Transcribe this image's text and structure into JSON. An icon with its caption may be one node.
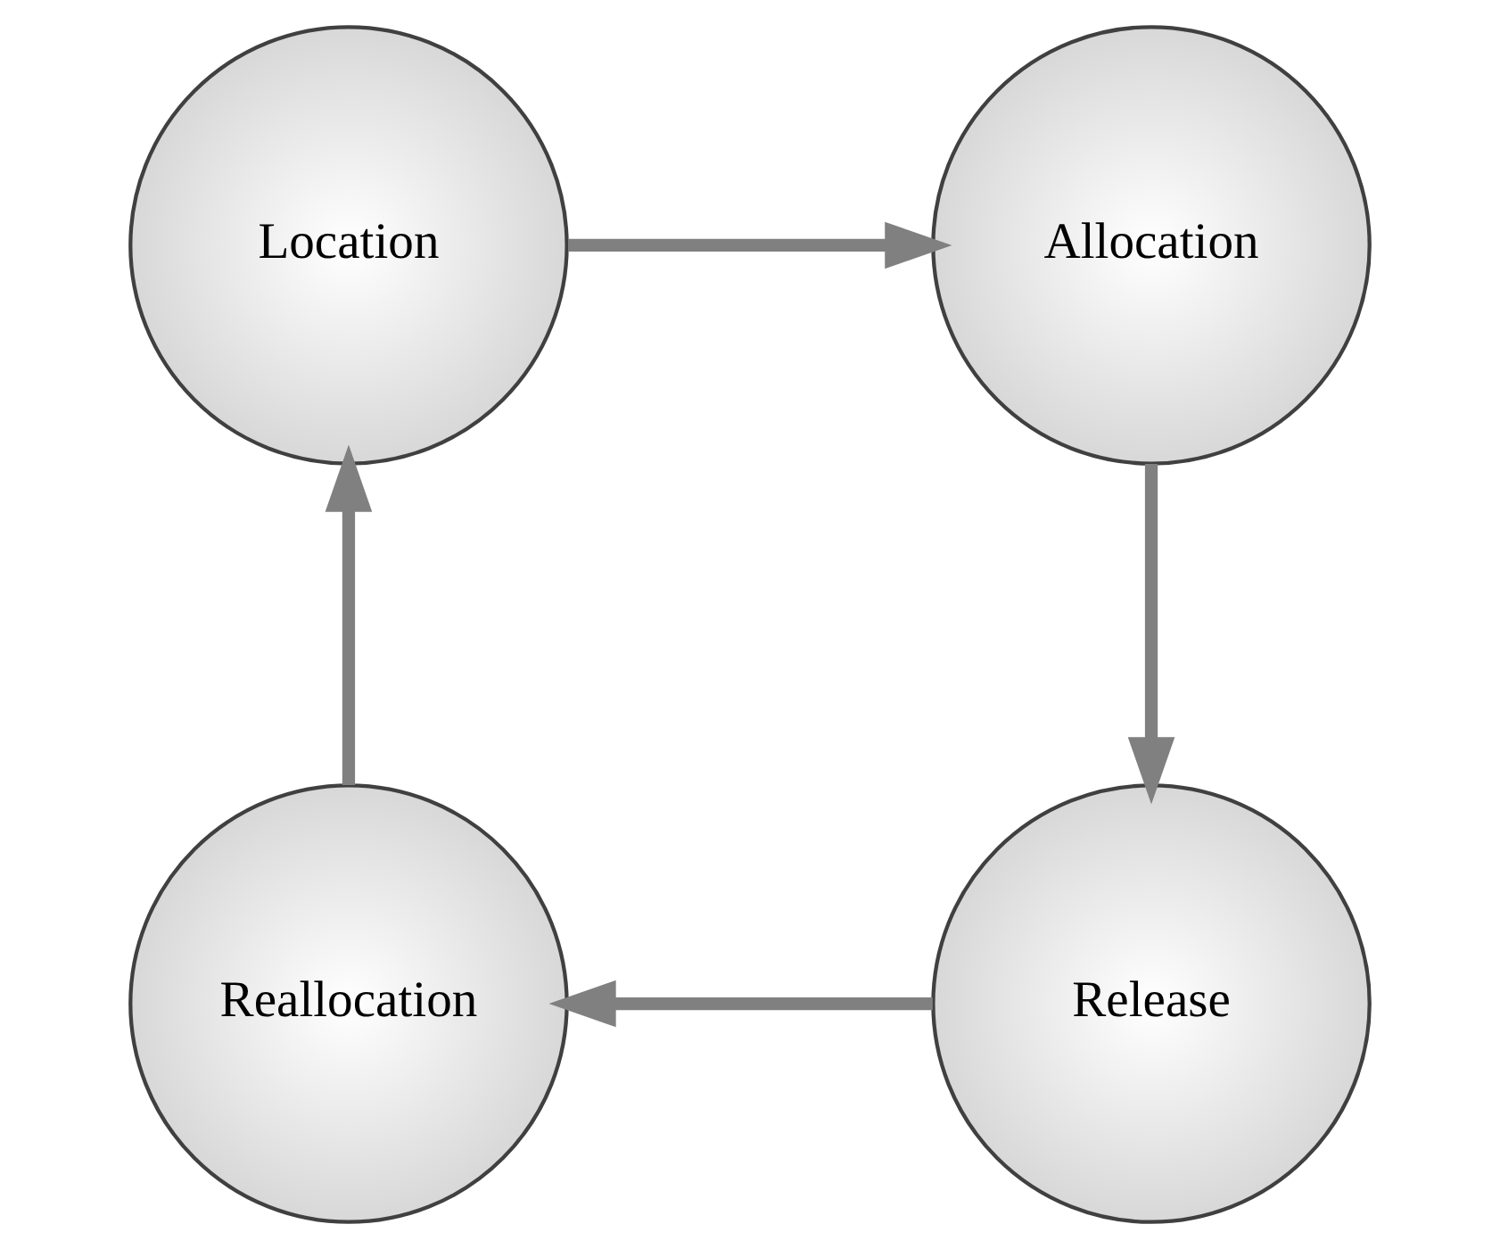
{
  "diagram": {
    "nodes": [
      {
        "text": [
          "Location"
        ]
      },
      {
        "text": [
          "Allocation"
        ]
      },
      {
        "text": [
          "Release"
        ]
      },
      {
        "text": [
          "Reallocation"
        ]
      }
    ],
    "edges": [
      {
        "from": 0,
        "to": 1,
        "arrow": "to"
      },
      {
        "from": 1,
        "to": 2,
        "arrow": "to"
      },
      {
        "from": 2,
        "to": 3,
        "arrow": "to"
      },
      {
        "from": 3,
        "to": 0,
        "arrow": "to"
      }
    ]
  }
}
